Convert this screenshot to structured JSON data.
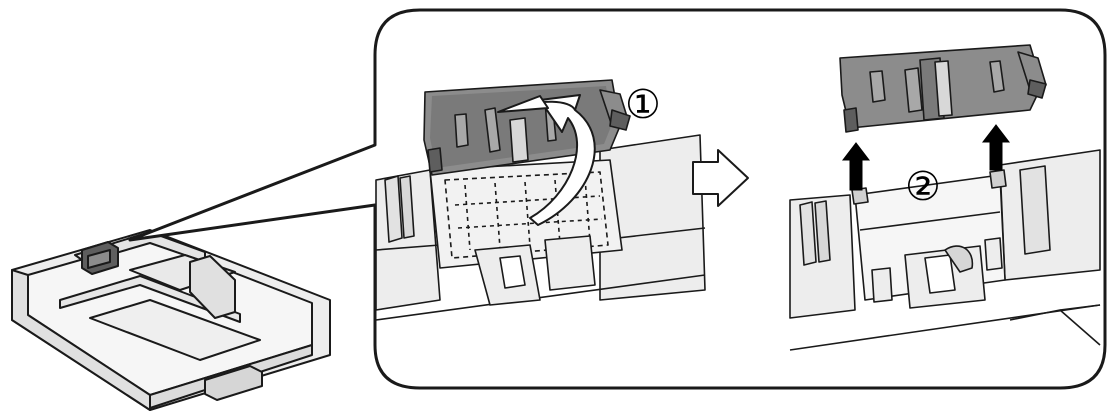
{
  "diagram": {
    "step1_label": "①",
    "step2_label": "②"
  },
  "colors": {
    "line": "#1a1a1a",
    "part_light": "#ededed",
    "part_dark": "#8c8c8c",
    "part_darker": "#5e5e5e",
    "background": "#ffffff"
  },
  "icons": {
    "flow_arrow": "hollow-right-arrow",
    "lift_arrows": "up-arrow",
    "rotate_arrow": "curved-arrow"
  }
}
